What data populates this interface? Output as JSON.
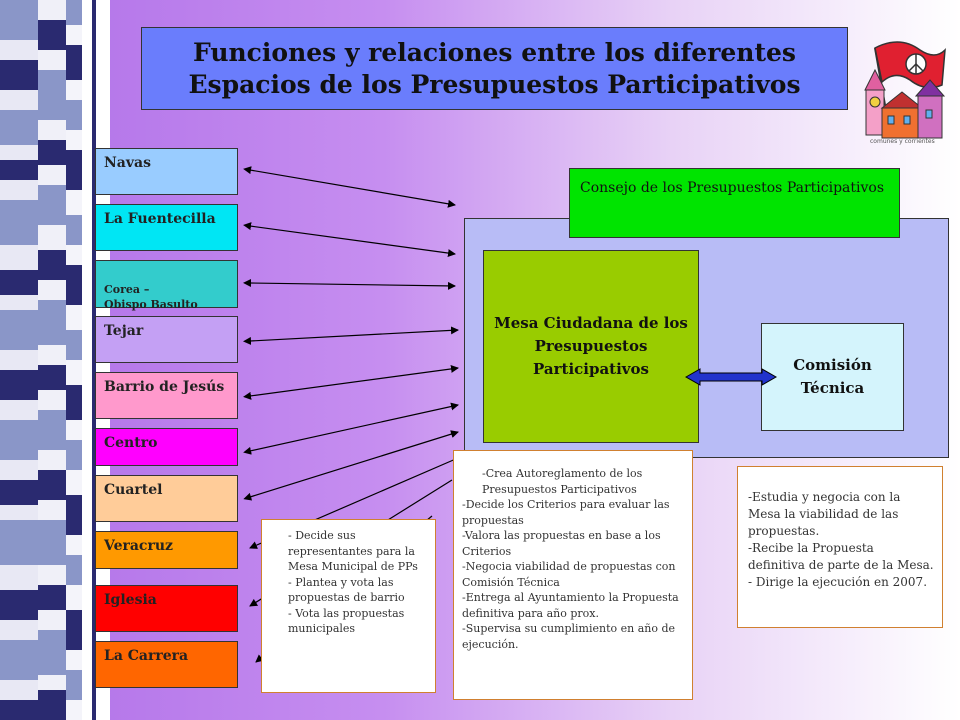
{
  "title": {
    "line1": "Funciones y relaciones entre los diferentes",
    "line2": "Espacios de los Presupuestos Participativos"
  },
  "logo": {
    "caption": "comunes y corrientes",
    "icon": "castle-peace-flag-logo"
  },
  "neighborhoods": [
    {
      "label": "Navas",
      "color": "#99ccff"
    },
    {
      "label": "La Fuentecilla",
      "color": "#00e6f4"
    },
    {
      "label": "Corea –\nObispo Basulto",
      "color": "#33cccc"
    },
    {
      "label": "Tejar",
      "color": "#c4a0f4"
    },
    {
      "label": "Barrio de Jesús",
      "color": "#ff99cc"
    },
    {
      "label": "Centro",
      "color": "#ff00ff"
    },
    {
      "label": "Cuartel",
      "color": "#ffcc99"
    },
    {
      "label": "Veracruz",
      "color": "#ff9900"
    },
    {
      "label": "Iglesia",
      "color": "#ff0000"
    },
    {
      "label": "La Carrera",
      "color": "#ff6600"
    }
  ],
  "consejo": {
    "label": "Consejo de los Presupuestos Participativos"
  },
  "mesa": {
    "label": "Mesa Ciudadana de los Presupuestos Participativos"
  },
  "comision": {
    "label": "Comisión Técnica"
  },
  "notes": {
    "barrio": [
      "- Decide sus representantes para  la Mesa Municipal de PPs",
      " - Plantea y vota las propuestas de barrio",
      "- Vota las propuestas municipales"
    ],
    "mesa": [
      "-Crea Autoreglamento de los Presupuestos Participativos",
      "-Decide los Criterios para   evaluar las propuestas",
      "-Valora las propuestas en base a los Criterios",
      "-Negocia viabilidad de propuestas con Comisión Técnica",
      "-Entrega al Ayuntamiento la Propuesta definitiva para año prox.",
      "-Supervisa su cumplimiento en año de ejecución."
    ],
    "comision": [
      "-Estudia y negocia con la Mesa la viabilidad de las propuestas.",
      "-Recibe la Propuesta definitiva de parte de la Mesa.",
      "- Dirige la ejecución en 2007."
    ]
  }
}
